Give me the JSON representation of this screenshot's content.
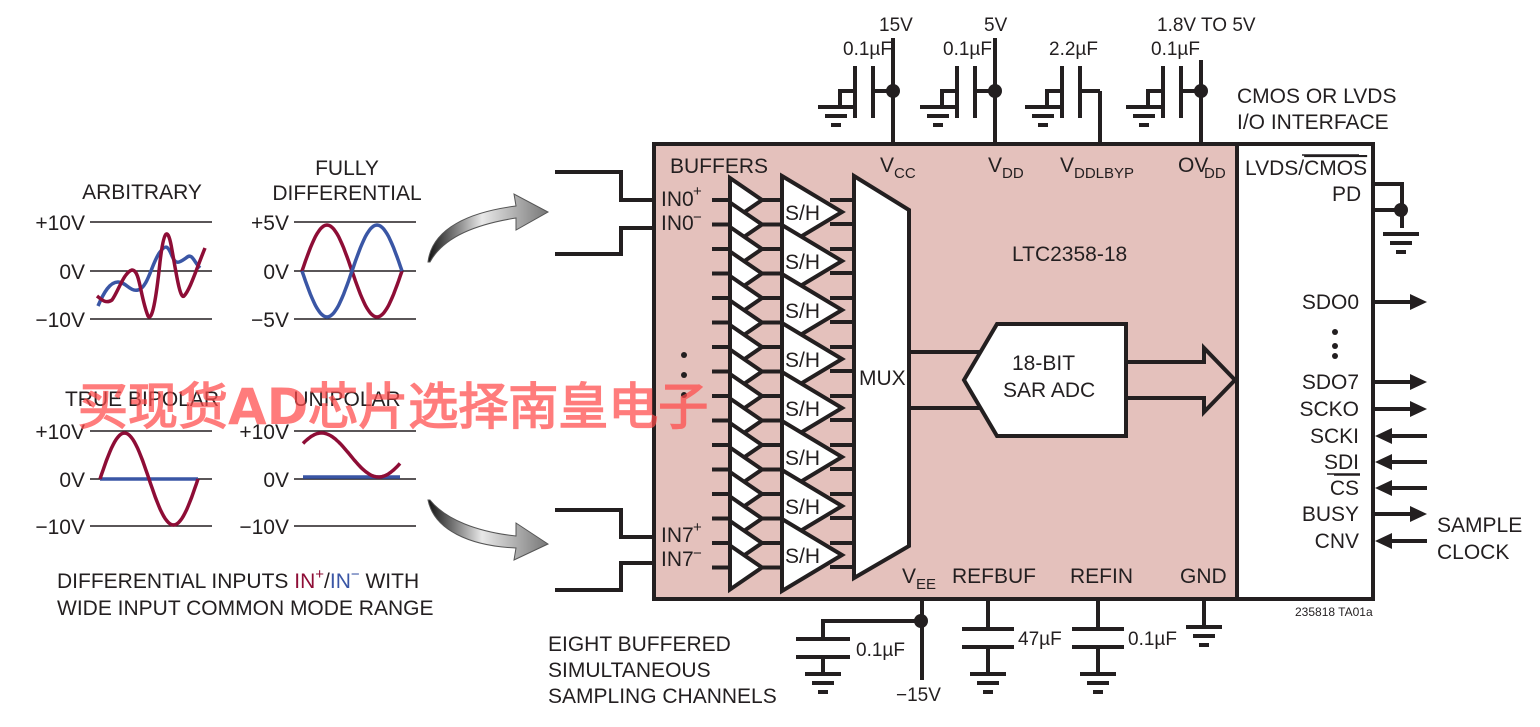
{
  "chip": {
    "name": "LTC2358-18",
    "buffers_label": "BUFFERS",
    "mux_label": "MUX",
    "sh_label": "S/H",
    "adc_label_1": "18-BIT",
    "adc_label_2": "SAR ADC",
    "pins_top": [
      {
        "main": "V",
        "sub": "CC"
      },
      {
        "main": "V",
        "sub": "DD"
      },
      {
        "main": "V",
        "sub": "DDLBYP"
      },
      {
        "main": "OV",
        "sub": "DD"
      }
    ],
    "pins_bottom": [
      {
        "main": "V",
        "sub": "EE"
      },
      {
        "main": "REFBUF",
        "sub": ""
      },
      {
        "main": "REFIN",
        "sub": ""
      },
      {
        "main": "GND",
        "sub": ""
      }
    ],
    "inputs": {
      "in0p": "IN0",
      "in0m": "IN0",
      "in7p": "IN7",
      "in7m": "IN7",
      "plus": "+",
      "minus": "−"
    }
  },
  "supplies": {
    "vcc": {
      "voltage": "15V",
      "cap": "0.1µF"
    },
    "vdd": {
      "voltage": "5V",
      "cap": "0.1µF"
    },
    "vddlbyp": {
      "cap": "2.2µF"
    },
    "ovdd": {
      "voltage": "1.8V TO 5V",
      "cap": "0.1µF"
    },
    "vee": {
      "voltage": "−15V",
      "cap": "0.1µF"
    },
    "refbuf": {
      "cap": "47µF"
    },
    "refin": {
      "cap": "0.1µF"
    }
  },
  "io": {
    "title_1": "CMOS OR LVDS",
    "title_2": "I/O INTERFACE",
    "lvds_cmos_a": "LVDS/",
    "lvds_cmos_b": "CMOS",
    "pd": "PD",
    "pins": [
      {
        "label": "SDO0",
        "dir": "out"
      },
      {
        "label": "SDO7",
        "dir": "out"
      },
      {
        "label": "SCKO",
        "dir": "out"
      },
      {
        "label": "SCKI",
        "dir": "in"
      },
      {
        "label": "SDI",
        "dir": "in"
      },
      {
        "label": "CS",
        "dir": "in",
        "overbar": true
      },
      {
        "label": "BUSY",
        "dir": "out"
      },
      {
        "label": "CNV",
        "dir": "in"
      }
    ],
    "sample_clock_1": "SAMPLE",
    "sample_clock_2": "CLOCK",
    "figure_id": "235818 TA01a"
  },
  "waveforms": [
    {
      "title": [
        "ARBITRARY"
      ],
      "ticks": [
        "+10V",
        "0V",
        "−10V"
      ]
    },
    {
      "title": [
        "FULLY",
        "DIFFERENTIAL"
      ],
      "ticks": [
        "+5V",
        "0V",
        "−5V"
      ]
    },
    {
      "title": [
        "TRUE BIPOLAR"
      ],
      "ticks": [
        "+10V",
        "0V",
        "−10V"
      ]
    },
    {
      "title": [
        "UNIPOLAR"
      ],
      "ticks": [
        "+10V",
        "0V",
        "−10V"
      ]
    }
  ],
  "caption_left": {
    "line1_a": "DIFFERENTIAL INPUTS ",
    "in_plus": "IN",
    "sep": "/",
    "in_minus": "IN",
    "line1_b": " WITH",
    "line2": "WIDE INPUT COMMON MODE RANGE"
  },
  "caption_bottom": [
    "EIGHT BUFFERED",
    "SIMULTANEOUS",
    "SAMPLING CHANNELS"
  ],
  "watermark": "买现货AD芯片选择南皇电子",
  "colors": {
    "chip_fill": "#e4c1bc",
    "in_plus": "#8e0d36",
    "in_minus": "#3a56a5",
    "wire": "#231f20",
    "watermark": "#ff4a4a"
  }
}
